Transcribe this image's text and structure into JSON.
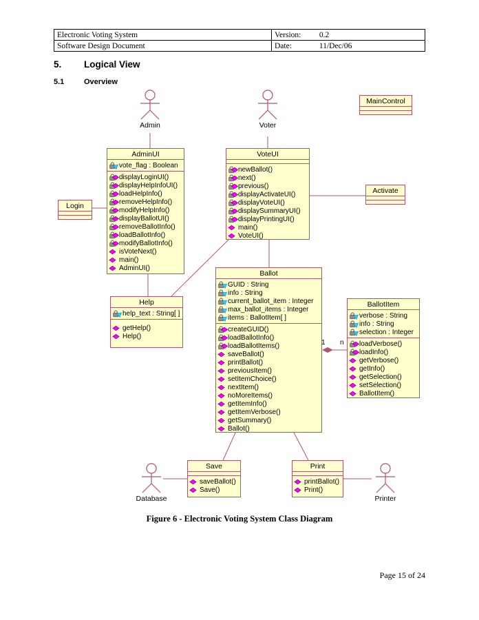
{
  "colors": {
    "box_fill": "#ffffce",
    "box_border": "#b25368",
    "connector_line": "#b25368",
    "method_icon": "#ff00ff",
    "attribute_icon_accent": "#33ccff",
    "lock_icon": "#8f8f8f",
    "text": "#000000"
  },
  "doc_header": {
    "rows": [
      {
        "title": "Electronic Voting System",
        "label": "Version:",
        "value": "0.2"
      },
      {
        "title": "Software Design Document",
        "label": "Date:",
        "value": "11/Dec/06"
      }
    ]
  },
  "headings": {
    "section_number": "5.",
    "section_title": "Logical View",
    "subsection_number": "5.1",
    "subsection_title": "Overview"
  },
  "diagram": {
    "actors": {
      "admin": {
        "label": "Admin"
      },
      "voter": {
        "label": "Voter"
      },
      "database": {
        "label": "Database"
      },
      "printer": {
        "label": "Printer"
      }
    },
    "classes": {
      "maincontrol": {
        "title": "MainControl"
      },
      "login": {
        "title": "Login"
      },
      "activate": {
        "title": "Activate"
      },
      "adminui": {
        "title": "AdminUI",
        "attributes": [
          {
            "icon": "private-attribute",
            "text": "vote_flag : Boolean"
          }
        ],
        "methods": [
          {
            "icon": "private-method",
            "text": "displayLoginUI()"
          },
          {
            "icon": "private-method",
            "text": "displayHelpInfoUI()"
          },
          {
            "icon": "private-method",
            "text": "loadHelpInfo()"
          },
          {
            "icon": "private-method",
            "text": "removeHelpInfo()"
          },
          {
            "icon": "private-method",
            "text": "modifyHelpInfo()"
          },
          {
            "icon": "private-method",
            "text": "displayBallotUI()"
          },
          {
            "icon": "private-method",
            "text": "removeBallotInfo()"
          },
          {
            "icon": "private-method",
            "text": "loadBallotInfo()"
          },
          {
            "icon": "private-method",
            "text": "modifyBallotInfo()"
          },
          {
            "icon": "public-method",
            "text": "isVoteNext()"
          },
          {
            "icon": "public-method",
            "text": "main()"
          },
          {
            "icon": "public-method",
            "text": "AdminUI()"
          }
        ]
      },
      "voteui": {
        "title": "VoteUI",
        "attributes": [],
        "methods": [
          {
            "icon": "private-method",
            "text": "newBallot()"
          },
          {
            "icon": "private-method",
            "text": "next()"
          },
          {
            "icon": "private-method",
            "text": "previous()"
          },
          {
            "icon": "private-method",
            "text": "displayActivateUI()"
          },
          {
            "icon": "private-method",
            "text": "displayVoteUI()"
          },
          {
            "icon": "private-method",
            "text": "displaySummaryUI()"
          },
          {
            "icon": "private-method",
            "text": "displayPrintingUI()"
          },
          {
            "icon": "public-method",
            "text": "main()"
          },
          {
            "icon": "public-method",
            "text": "VoteUI()"
          }
        ]
      },
      "help": {
        "title": "Help",
        "attributes": [
          {
            "icon": "private-attribute",
            "text": "help_text : String[ ]"
          }
        ],
        "methods": [
          {
            "icon": "public-method",
            "text": "getHelp()"
          },
          {
            "icon": "public-method",
            "text": "Help()"
          }
        ]
      },
      "ballot": {
        "title": "Ballot",
        "attributes": [
          {
            "icon": "private-attribute",
            "text": "GUID : String"
          },
          {
            "icon": "private-attribute",
            "text": "info : String"
          },
          {
            "icon": "private-attribute",
            "text": "current_ballot_item : Integer"
          },
          {
            "icon": "private-attribute",
            "text": "max_ballot_items : Integer"
          },
          {
            "icon": "private-attribute",
            "text": "items : BallotItem[ ]"
          }
        ],
        "methods": [
          {
            "icon": "private-method",
            "text": "createGUID()"
          },
          {
            "icon": "private-method",
            "text": "loadBallotInfo()"
          },
          {
            "icon": "private-method",
            "text": "loadBallotItems()"
          },
          {
            "icon": "public-method",
            "text": "saveBallot()"
          },
          {
            "icon": "public-method",
            "text": "printBallot()"
          },
          {
            "icon": "public-method",
            "text": "previousItem()"
          },
          {
            "icon": "public-method",
            "text": "setItemChoice()"
          },
          {
            "icon": "public-method",
            "text": "nextItem()"
          },
          {
            "icon": "public-method",
            "text": "noMoreItems()"
          },
          {
            "icon": "public-method",
            "text": "getItemInfo()"
          },
          {
            "icon": "public-method",
            "text": "getItemVerbose()"
          },
          {
            "icon": "public-method",
            "text": "getSummary()"
          },
          {
            "icon": "public-method",
            "text": "Ballot()"
          }
        ]
      },
      "ballotitem": {
        "title": "BallotItem",
        "attributes": [
          {
            "icon": "private-attribute",
            "text": "verbose : String"
          },
          {
            "icon": "private-attribute",
            "text": "info : String"
          },
          {
            "icon": "private-attribute",
            "text": "selection : Integer"
          }
        ],
        "methods": [
          {
            "icon": "private-method",
            "text": "loadVerbose()"
          },
          {
            "icon": "private-method",
            "text": "loadInfo()"
          },
          {
            "icon": "public-method",
            "text": "getVerbose()"
          },
          {
            "icon": "public-method",
            "text": "getInfo()"
          },
          {
            "icon": "public-method",
            "text": "getSelection()"
          },
          {
            "icon": "public-method",
            "text": "setSelection()"
          },
          {
            "icon": "public-method",
            "text": "BallotItem()"
          }
        ]
      },
      "save": {
        "title": "Save",
        "methods": [
          {
            "icon": "public-method",
            "text": "saveBallot()"
          },
          {
            "icon": "public-method",
            "text": "Save()"
          }
        ]
      },
      "print": {
        "title": "Print",
        "methods": [
          {
            "icon": "public-method",
            "text": "printBallot()"
          },
          {
            "icon": "public-method",
            "text": "Print()"
          }
        ]
      }
    },
    "multiplicity": {
      "whole": "1",
      "part": "n"
    }
  },
  "caption": "Figure 6 - Electronic Voting System Class Diagram",
  "footer": "Page 15 of 24"
}
